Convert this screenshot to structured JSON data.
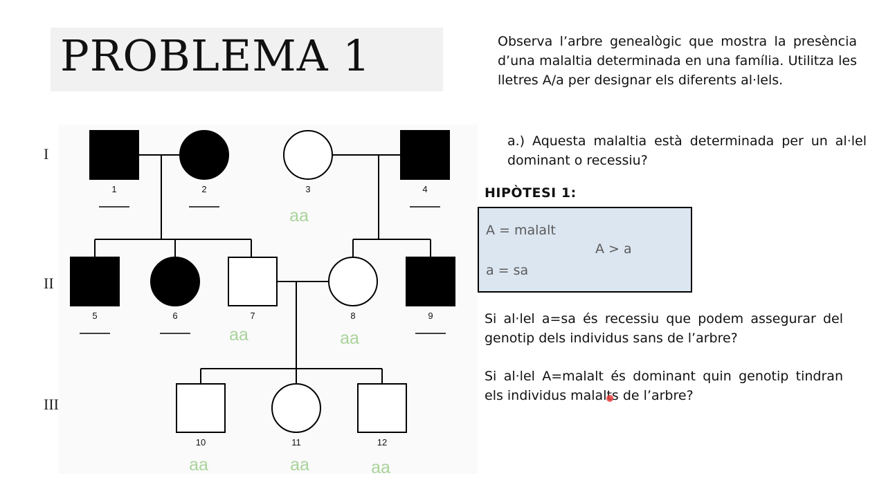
{
  "title": "PROBLEMA 1",
  "intro": "Observa l’arbre genealògic que mostra la presència d’una malaltia determinada en una família. Utilitza les lletres A/a per designar els diferents al·lels.",
  "question_a": "a.) Aquesta malaltia està determinada per un al·lel dominant o recessiu?",
  "hypothesis": {
    "label": "HIPÒTESI 1:",
    "line1": "A = malalt",
    "relation": "A > a",
    "line2": "a = sa"
  },
  "para_recessive": "Si al·lel a=sa és recessiu que podem assegurar del genotip dels individus sans de l’arbre?",
  "para_dominant": "Si al·lel A=malalt és dominant quin genotip tindran els individus malalts de l’arbre?",
  "pedigree": {
    "generations": [
      "I",
      "II",
      "III"
    ],
    "individuals": [
      {
        "id": "1",
        "sex": "male",
        "affected": true,
        "genotype": ""
      },
      {
        "id": "2",
        "sex": "female",
        "affected": true,
        "genotype": ""
      },
      {
        "id": "3",
        "sex": "female",
        "affected": false,
        "genotype": "aa"
      },
      {
        "id": "4",
        "sex": "male",
        "affected": true,
        "genotype": ""
      },
      {
        "id": "5",
        "sex": "male",
        "affected": true,
        "genotype": ""
      },
      {
        "id": "6",
        "sex": "female",
        "affected": true,
        "genotype": ""
      },
      {
        "id": "7",
        "sex": "male",
        "affected": false,
        "genotype": "aa"
      },
      {
        "id": "8",
        "sex": "female",
        "affected": false,
        "genotype": "aa"
      },
      {
        "id": "9",
        "sex": "male",
        "affected": true,
        "genotype": ""
      },
      {
        "id": "10",
        "sex": "male",
        "affected": false,
        "genotype": "aa"
      },
      {
        "id": "11",
        "sex": "female",
        "affected": false,
        "genotype": "aa"
      },
      {
        "id": "12",
        "sex": "male",
        "affected": false,
        "genotype": "aa"
      }
    ],
    "genotype_color": "#a9d39a",
    "affected_color": "#000000"
  }
}
